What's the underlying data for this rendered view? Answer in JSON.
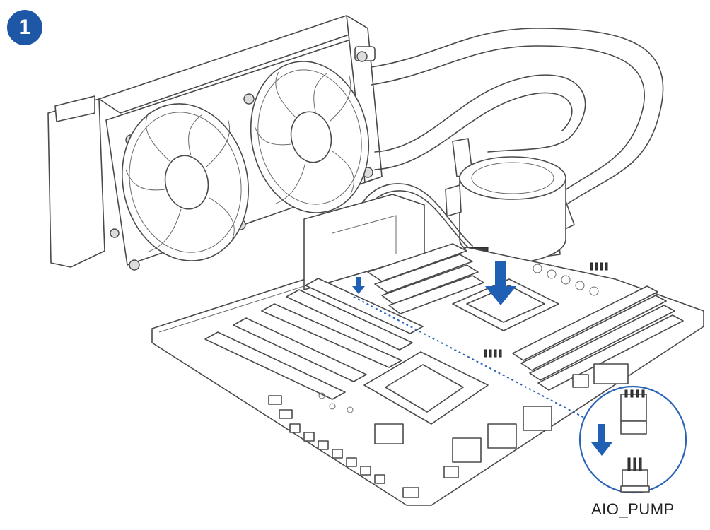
{
  "step": {
    "number": "1"
  },
  "connector": {
    "label": "AIO_PUMP"
  },
  "colors": {
    "accent": "#1f57a7",
    "arrow": "#1f5fb4",
    "line": "#4a4a4a"
  },
  "icons": {
    "badge": "step-number-badge",
    "down": "down-arrow-icon"
  }
}
